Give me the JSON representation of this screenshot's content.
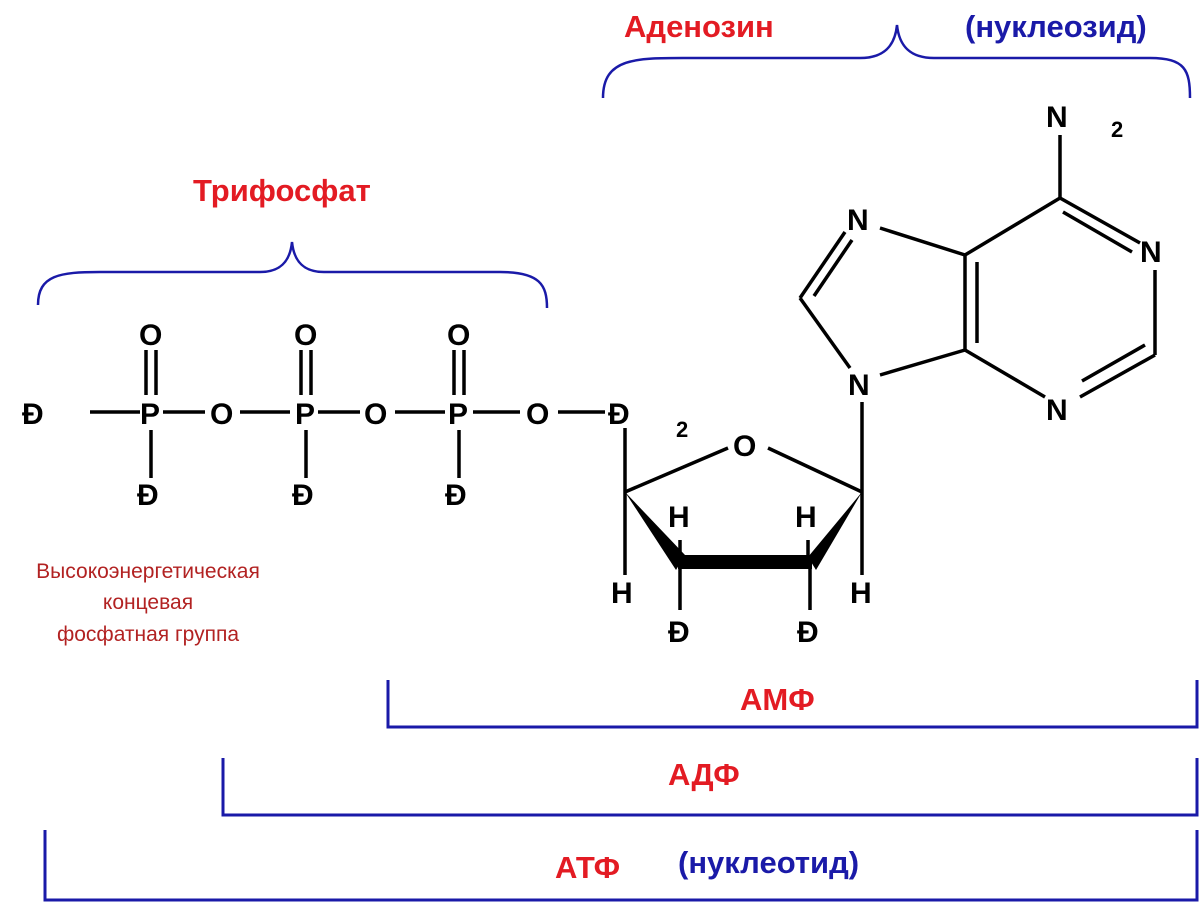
{
  "labels": {
    "adenosine": "Аденозин",
    "nucleoside": "(нуклеозид)",
    "triphosphate": "Трифосфат",
    "amp": "АМФ",
    "adp": "АДФ",
    "atp": "АТФ",
    "nucleotide": "(нуклеотид)"
  },
  "note_lines": [
    "Высокоэнергетическая",
    "концевая",
    "фосфатная группа"
  ],
  "atoms": {
    "P": "P",
    "O": "O",
    "N": "N",
    "H": "H",
    "subscript2": "2"
  },
  "colors": {
    "label_red": "#e31b23",
    "label_blue": "#1a1aa8",
    "note_red": "#b22222"
  }
}
